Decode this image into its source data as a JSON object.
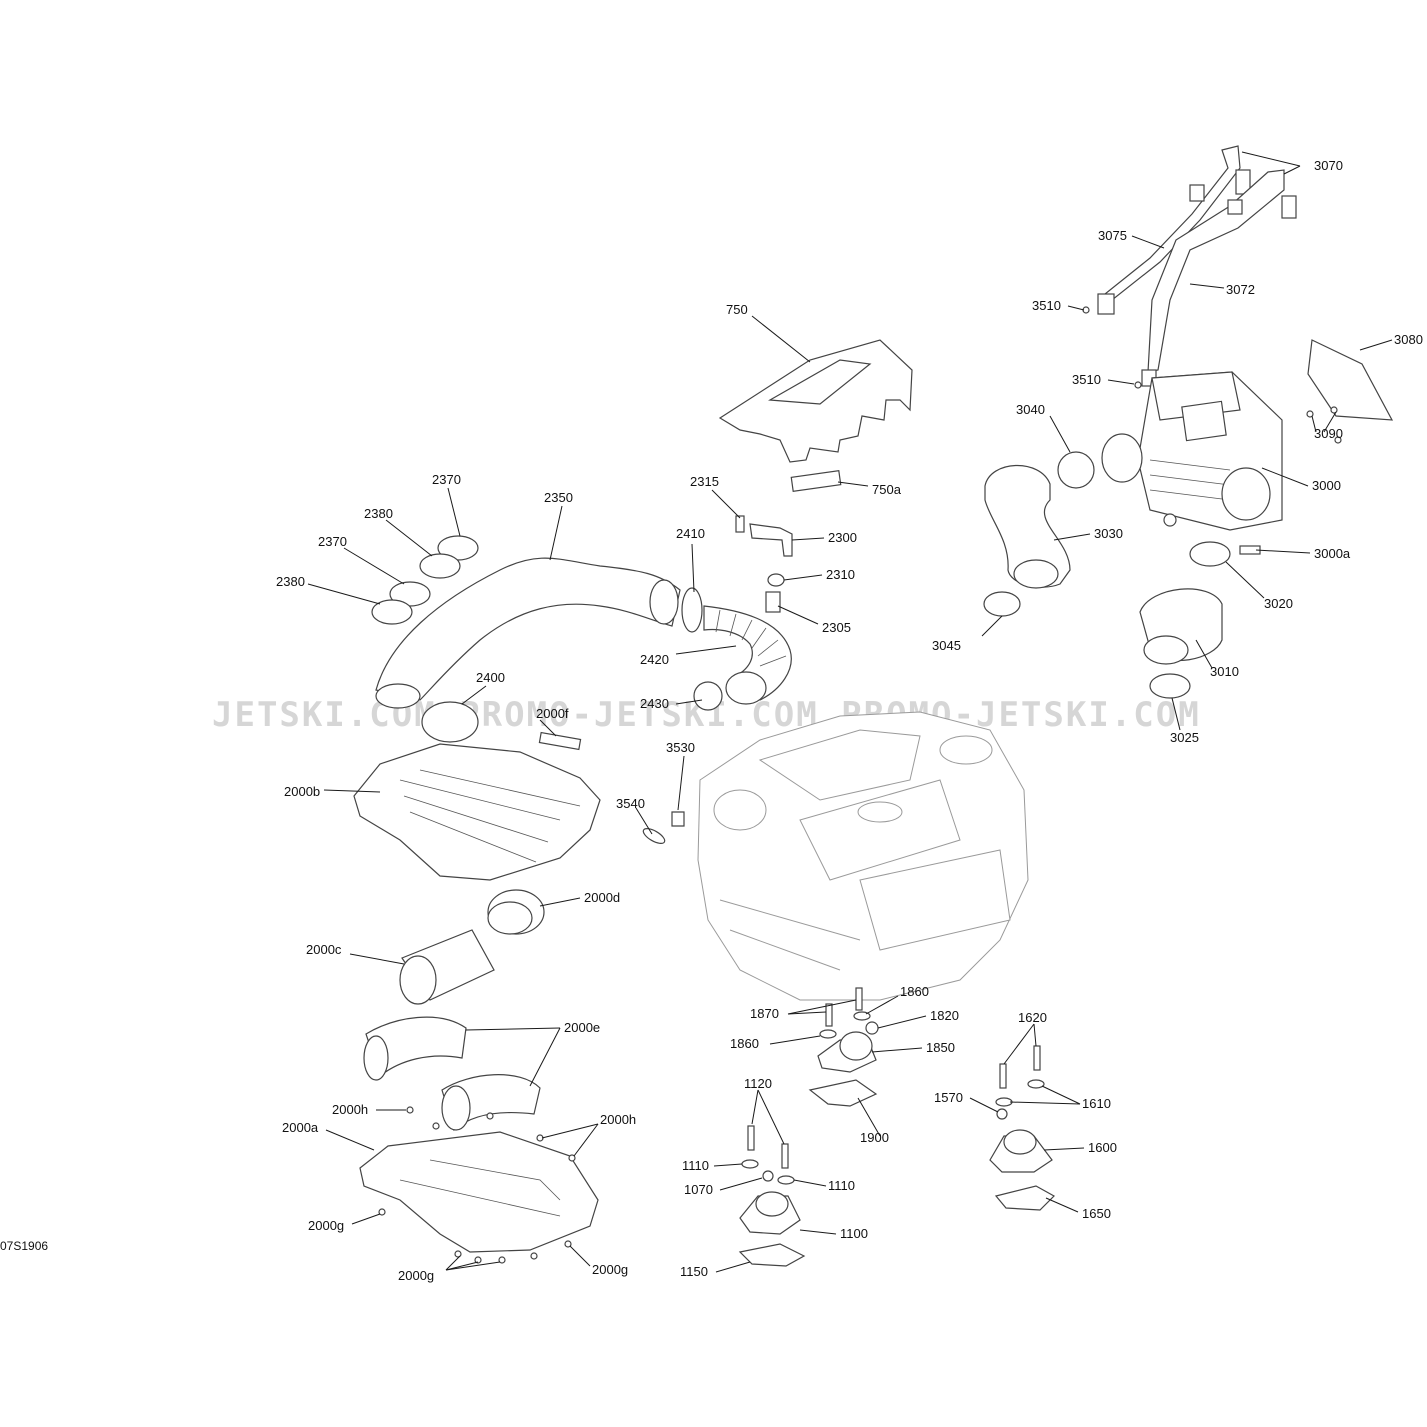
{
  "diagram": {
    "reference_code": "07S1906",
    "watermark": "JETSKI.COM  PROMO-JETSKI.COM  PROMO-JETSKI.COM",
    "callouts": [
      {
        "id": "3070",
        "label": "3070"
      },
      {
        "id": "3075",
        "label": "3075"
      },
      {
        "id": "3072",
        "label": "3072"
      },
      {
        "id": "3510a",
        "label": "3510"
      },
      {
        "id": "3510b",
        "label": "3510"
      },
      {
        "id": "3080",
        "label": "3080"
      },
      {
        "id": "3090",
        "label": "3090"
      },
      {
        "id": "3040",
        "label": "3040"
      },
      {
        "id": "3000",
        "label": "3000"
      },
      {
        "id": "3030",
        "label": "3030"
      },
      {
        "id": "3000a",
        "label": "3000a"
      },
      {
        "id": "3020",
        "label": "3020"
      },
      {
        "id": "3045",
        "label": "3045"
      },
      {
        "id": "3010",
        "label": "3010"
      },
      {
        "id": "3025",
        "label": "3025"
      },
      {
        "id": "750",
        "label": "750"
      },
      {
        "id": "750a",
        "label": "750a"
      },
      {
        "id": "2315",
        "label": "2315"
      },
      {
        "id": "2300",
        "label": "2300"
      },
      {
        "id": "2310",
        "label": "2310"
      },
      {
        "id": "2305",
        "label": "2305"
      },
      {
        "id": "2410",
        "label": "2410"
      },
      {
        "id": "2420",
        "label": "2420"
      },
      {
        "id": "2430",
        "label": "2430"
      },
      {
        "id": "2350",
        "label": "2350"
      },
      {
        "id": "2370a",
        "label": "2370"
      },
      {
        "id": "2380a",
        "label": "2380"
      },
      {
        "id": "2370b",
        "label": "2370"
      },
      {
        "id": "2380b",
        "label": "2380"
      },
      {
        "id": "2400",
        "label": "2400"
      },
      {
        "id": "2000f",
        "label": "2000f"
      },
      {
        "id": "2000b",
        "label": "2000b"
      },
      {
        "id": "3530",
        "label": "3530"
      },
      {
        "id": "3540",
        "label": "3540"
      },
      {
        "id": "2000d",
        "label": "2000d"
      },
      {
        "id": "2000c",
        "label": "2000c"
      },
      {
        "id": "2000e",
        "label": "2000e"
      },
      {
        "id": "2000h1",
        "label": "2000h"
      },
      {
        "id": "2000h2",
        "label": "2000h"
      },
      {
        "id": "2000a",
        "label": "2000a"
      },
      {
        "id": "2000g1",
        "label": "2000g"
      },
      {
        "id": "2000g2",
        "label": "2000g"
      },
      {
        "id": "2000g3",
        "label": "2000g"
      },
      {
        "id": "1870",
        "label": "1870"
      },
      {
        "id": "1860a",
        "label": "1860"
      },
      {
        "id": "1820",
        "label": "1820"
      },
      {
        "id": "1860b",
        "label": "1860"
      },
      {
        "id": "1850",
        "label": "1850"
      },
      {
        "id": "1900",
        "label": "1900"
      },
      {
        "id": "1620",
        "label": "1620"
      },
      {
        "id": "1610",
        "label": "1610"
      },
      {
        "id": "1570",
        "label": "1570"
      },
      {
        "id": "1600",
        "label": "1600"
      },
      {
        "id": "1650",
        "label": "1650"
      },
      {
        "id": "1120",
        "label": "1120"
      },
      {
        "id": "1110a",
        "label": "1110"
      },
      {
        "id": "1070",
        "label": "1070"
      },
      {
        "id": "1110b",
        "label": "1110"
      },
      {
        "id": "1100",
        "label": "1100"
      },
      {
        "id": "1150",
        "label": "1150"
      }
    ]
  }
}
